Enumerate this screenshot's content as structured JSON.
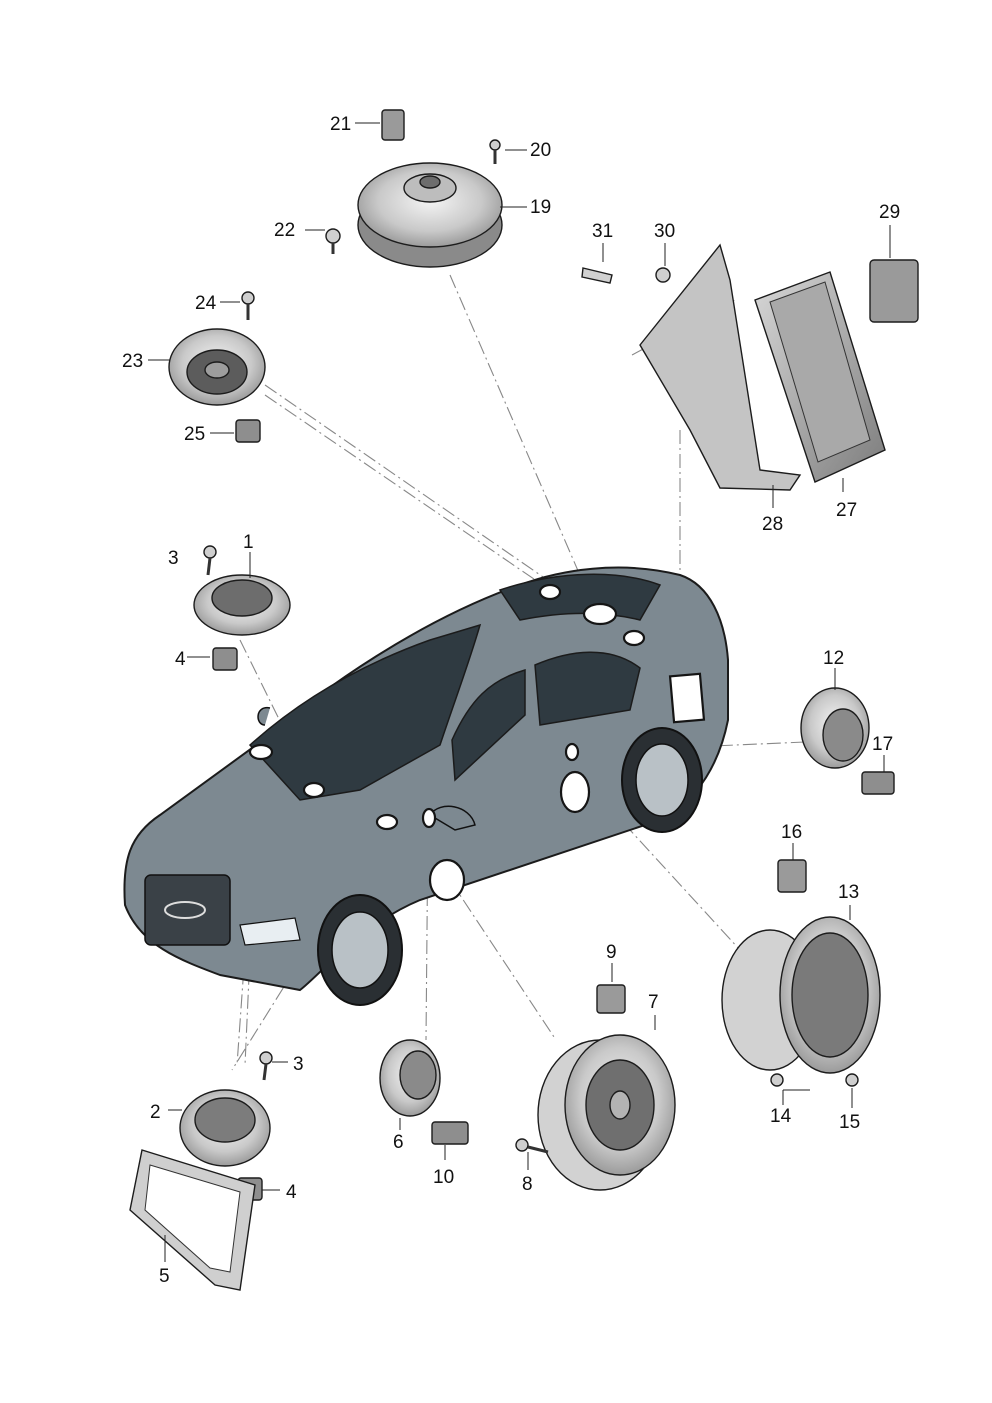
{
  "callouts": {
    "c1": "1",
    "c2": "2",
    "c3a": "3",
    "c3b": "3",
    "c4a": "4",
    "c4b": "4",
    "c5": "5",
    "c6": "6",
    "c7": "7",
    "c8": "8",
    "c9": "9",
    "c10": "10",
    "c12": "12",
    "c13": "13",
    "c14": "14",
    "c15": "15",
    "c16": "16",
    "c17": "17",
    "c19": "19",
    "c20": "20",
    "c21": "21",
    "c22": "22",
    "c23": "23",
    "c24": "24",
    "c25": "25",
    "c27": "27",
    "c28": "28",
    "c29": "29",
    "c30": "30",
    "c31": "31"
  }
}
